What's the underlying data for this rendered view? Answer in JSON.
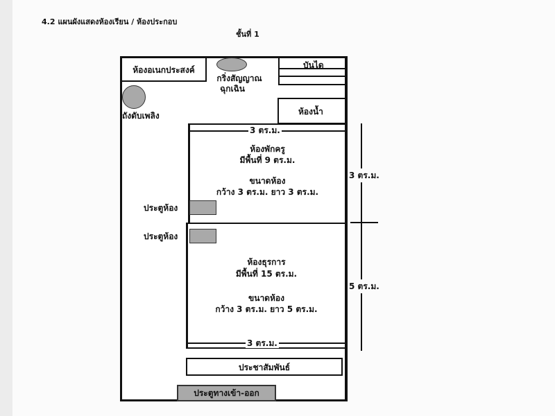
{
  "heading": "4.2 แผนผังแสดงห้องเรียน / ห้องประกอบ",
  "floor": "ชั้นที่ 1",
  "rooms": {
    "multipurpose": "ห้องอเนกประสงค์",
    "alarm_line1": "กริ่งสัญญาณ",
    "alarm_line2": "ฉุกเฉิน",
    "stairs": "บันได",
    "extinguisher": "ถังดับเพลิง",
    "restroom": "ห้องน้ำ",
    "teacher": {
      "name": "ห้องพักครู",
      "area": "มีพื้นที่ 9 ตร.ม.",
      "size_title": "ขนาดห้อง",
      "size": "กว้าง 3 ตร.ม. ยาว 3 ตร.ม.",
      "width_label": "3 ตร.ม."
    },
    "office": {
      "name": "ห้องธุรการ",
      "area": "มีพื้นที่ 15 ตร.ม.",
      "size_title": "ขนาดห้อง",
      "size": "กว้าง 3 ตร.ม. ยาว 5 ตร.ม.",
      "width_label": "3 ตร.ม."
    },
    "door1": "ประตูห้อง",
    "door2": "ประตูห้อง",
    "pr": "ประชาสัมพันธ์",
    "entrance": "ประตูทางเข้า-ออก"
  },
  "dimensions": {
    "upper": "3 ตร.ม.",
    "lower": "5 ตร.ม."
  }
}
